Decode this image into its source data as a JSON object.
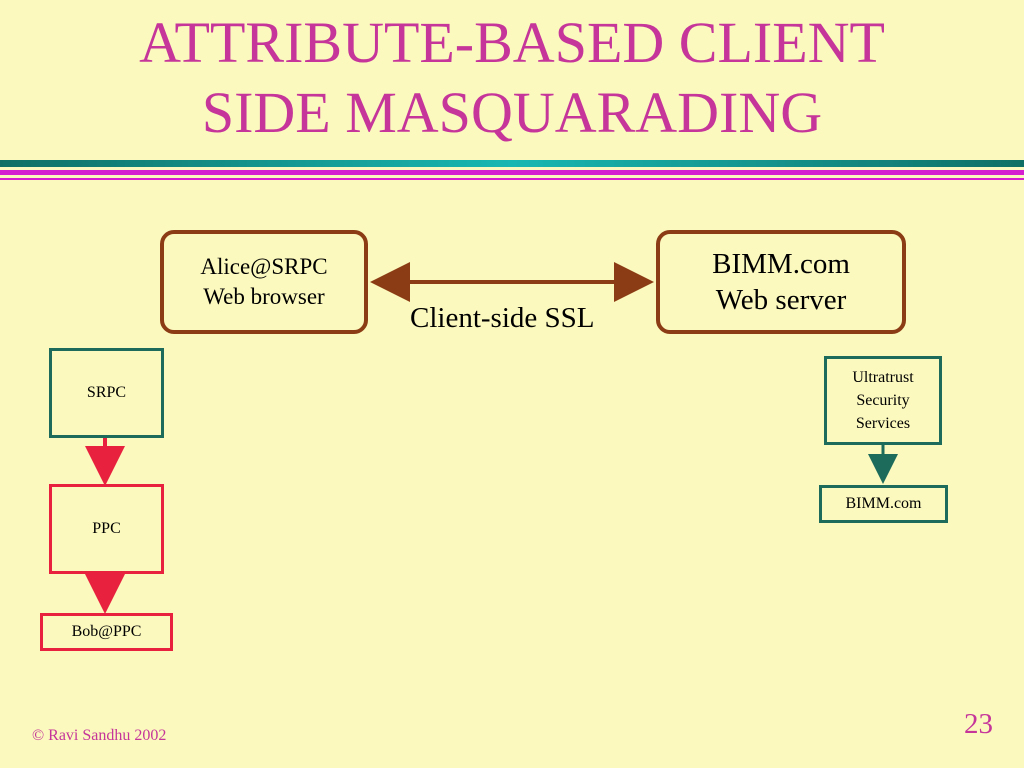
{
  "title": {
    "line1": "ATTRIBUTE-BASED CLIENT",
    "line2": "SIDE MASQUARADING"
  },
  "left_top_box": {
    "line1": "Alice@SRPC",
    "line2": "Web browser"
  },
  "right_top_box": {
    "line1": "BIMM.com",
    "line2": "Web server"
  },
  "connection_label": "Client-side SSL",
  "left_chain": [
    "SRPC",
    "PPC",
    "Bob@PPC"
  ],
  "right_chain": {
    "ultratrust": [
      "Ultratrust",
      "Security",
      "Services"
    ],
    "bimm": "BIMM.com"
  },
  "footer": {
    "copyright": "© Ravi Sandhu 2002",
    "page_number": "23"
  },
  "colors": {
    "title": "#c5359a",
    "background": "#fbf9be",
    "teal": "#1d6b5a",
    "red": "#e8213f",
    "brown": "#8b3c14"
  }
}
